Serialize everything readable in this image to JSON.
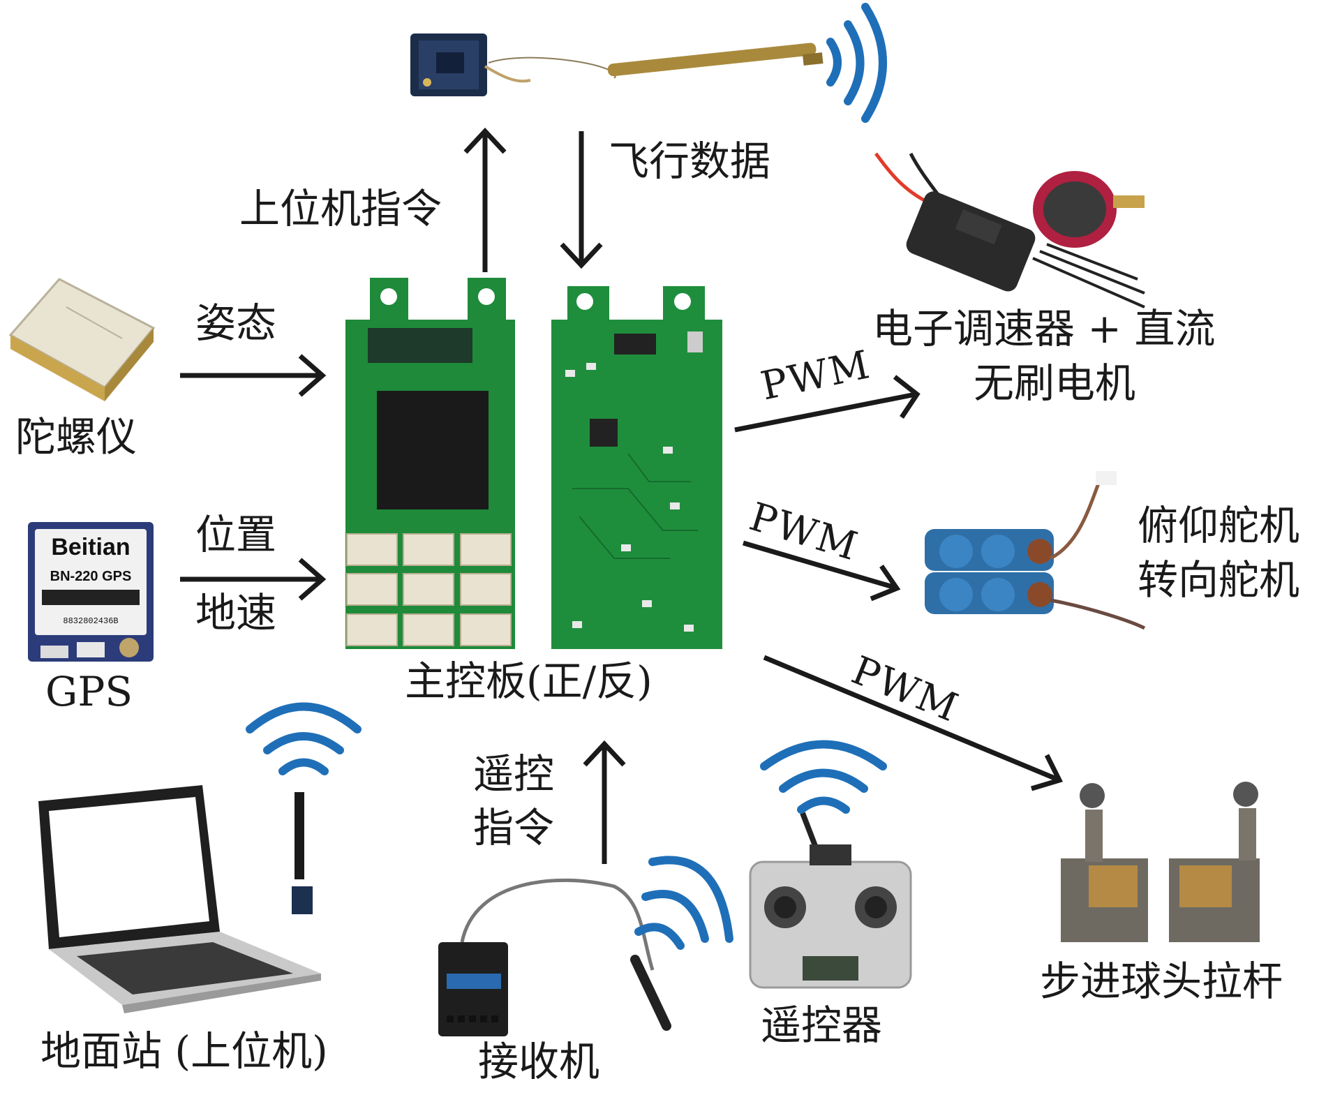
{
  "labels": {
    "upper_cmd": "上位机指令",
    "flight_data": "飞行数据",
    "attitude": "姿态",
    "gyro": "陀螺仪",
    "position": "位置",
    "ground_speed": "地速",
    "gps": "GPS",
    "main_board": "主控板(正/反)",
    "esc_line1": "电子调速器 + 直流",
    "esc_line2": "无刷电机",
    "pwm_esc": "PWM",
    "pwm_servo": "PWM",
    "pwm_rod": "PWM",
    "servo_line1": "俯仰舵机",
    "servo_line2": "转向舵机",
    "rod": "步进球头拉杆",
    "rc_cmd_line1": "遥控",
    "rc_cmd_line2": "指令",
    "ground_station": "地面站 (上位机)",
    "receiver": "接收机",
    "remote": "遥控器"
  },
  "gps_module": {
    "brand": "Beitian",
    "model": "BN-220 GPS",
    "serial": "8832802436B"
  },
  "colors": {
    "wireless": "#1f6fb8",
    "arrow": "#1a1a1a",
    "pcb": "#1e8a3a"
  }
}
